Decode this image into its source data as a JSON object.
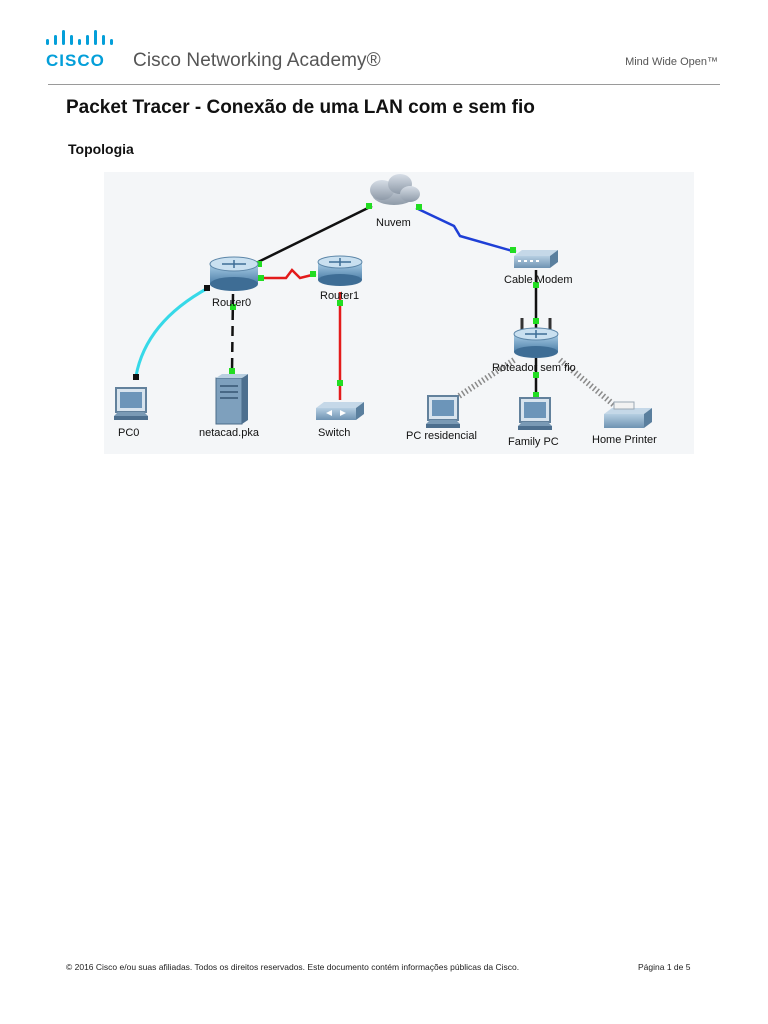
{
  "header": {
    "logo_text": "CISCO",
    "academy_name": "Cisco Networking Academy®",
    "tagline": "Mind Wide Open™",
    "brand_color": "#049fd9"
  },
  "document": {
    "title": "Packet Tracer - Conexão de uma LAN com e sem fio",
    "section_heading": "Topologia"
  },
  "topology": {
    "devices": [
      {
        "id": "nuvem",
        "label": "Nuvem",
        "type": "cloud"
      },
      {
        "id": "router0",
        "label": "Router0",
        "type": "router"
      },
      {
        "id": "router1",
        "label": "Router1",
        "type": "router"
      },
      {
        "id": "cable-modem",
        "label": "Cable Modem",
        "type": "modem"
      },
      {
        "id": "wireless-router",
        "label": "Roteador sem fio",
        "type": "wireless-router"
      },
      {
        "id": "pc0",
        "label": "PC0",
        "type": "pc"
      },
      {
        "id": "netacad",
        "label": "netacad.pka",
        "type": "server"
      },
      {
        "id": "switch",
        "label": "Switch",
        "type": "switch"
      },
      {
        "id": "pc-residencial",
        "label": "PC residencial",
        "type": "pc"
      },
      {
        "id": "family-pc",
        "label": "Family PC",
        "type": "pc"
      },
      {
        "id": "home-printer",
        "label": "Home Printer",
        "type": "printer"
      }
    ],
    "links": [
      {
        "from": "router0",
        "to": "nuvem",
        "kind": "copper-straight",
        "color": "#111111"
      },
      {
        "from": "nuvem",
        "to": "cable-modem",
        "kind": "serial",
        "color": "#1e3fd6"
      },
      {
        "from": "router0",
        "to": "router1",
        "kind": "serial",
        "color": "#e31b1b"
      },
      {
        "from": "router0",
        "to": "pc0",
        "kind": "console",
        "color": "#36d9e8"
      },
      {
        "from": "router0",
        "to": "netacad",
        "kind": "copper-straight-dashed",
        "color": "#111111"
      },
      {
        "from": "router1",
        "to": "switch",
        "kind": "copper-cross",
        "color": "#e31b1b"
      },
      {
        "from": "cable-modem",
        "to": "wireless-router",
        "kind": "copper-straight",
        "color": "#111111"
      },
      {
        "from": "wireless-router",
        "to": "family-pc",
        "kind": "copper-straight",
        "color": "#111111"
      },
      {
        "from": "wireless-router",
        "to": "pc-residencial",
        "kind": "wireless",
        "color": "#8a8a8a"
      },
      {
        "from": "wireless-router",
        "to": "home-printer",
        "kind": "wireless",
        "color": "#8a8a8a"
      }
    ]
  },
  "footer": {
    "copyright": "© 2016 Cisco e/ou suas afiliadas. Todos os direitos reservados. Este documento contém informações públicas da Cisco.",
    "page": "Página 1 de 5"
  }
}
